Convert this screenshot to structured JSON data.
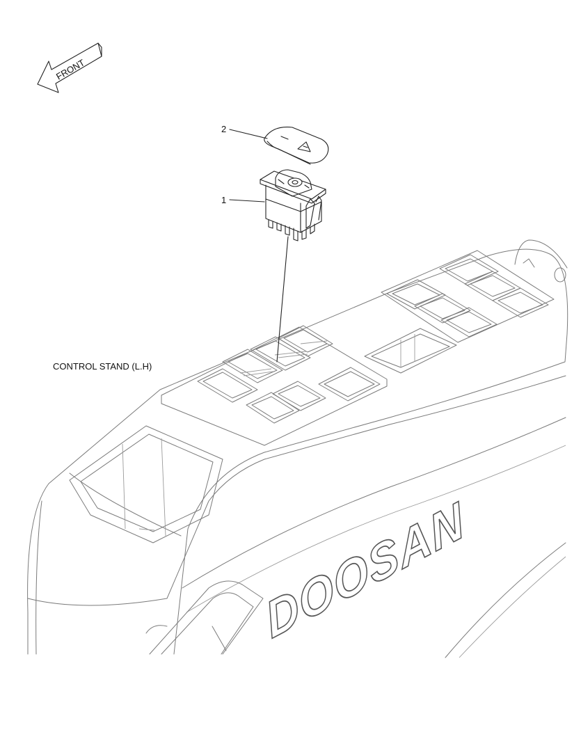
{
  "direction_arrow": {
    "label": "FRONT"
  },
  "callouts": [
    {
      "number": "2"
    },
    {
      "number": "1"
    }
  ],
  "assembly_label": "CONTROL STAND (L.H)",
  "brand_mark": "DOOSAN",
  "icons": {
    "direction_arrow": "front-arrow-icon",
    "switch_cap": "rocker-cap-icon",
    "switch_body": "rocker-switch-icon"
  },
  "colors": {
    "outline": "#7a7a7a",
    "detail": "#222222",
    "text": "#111111"
  }
}
